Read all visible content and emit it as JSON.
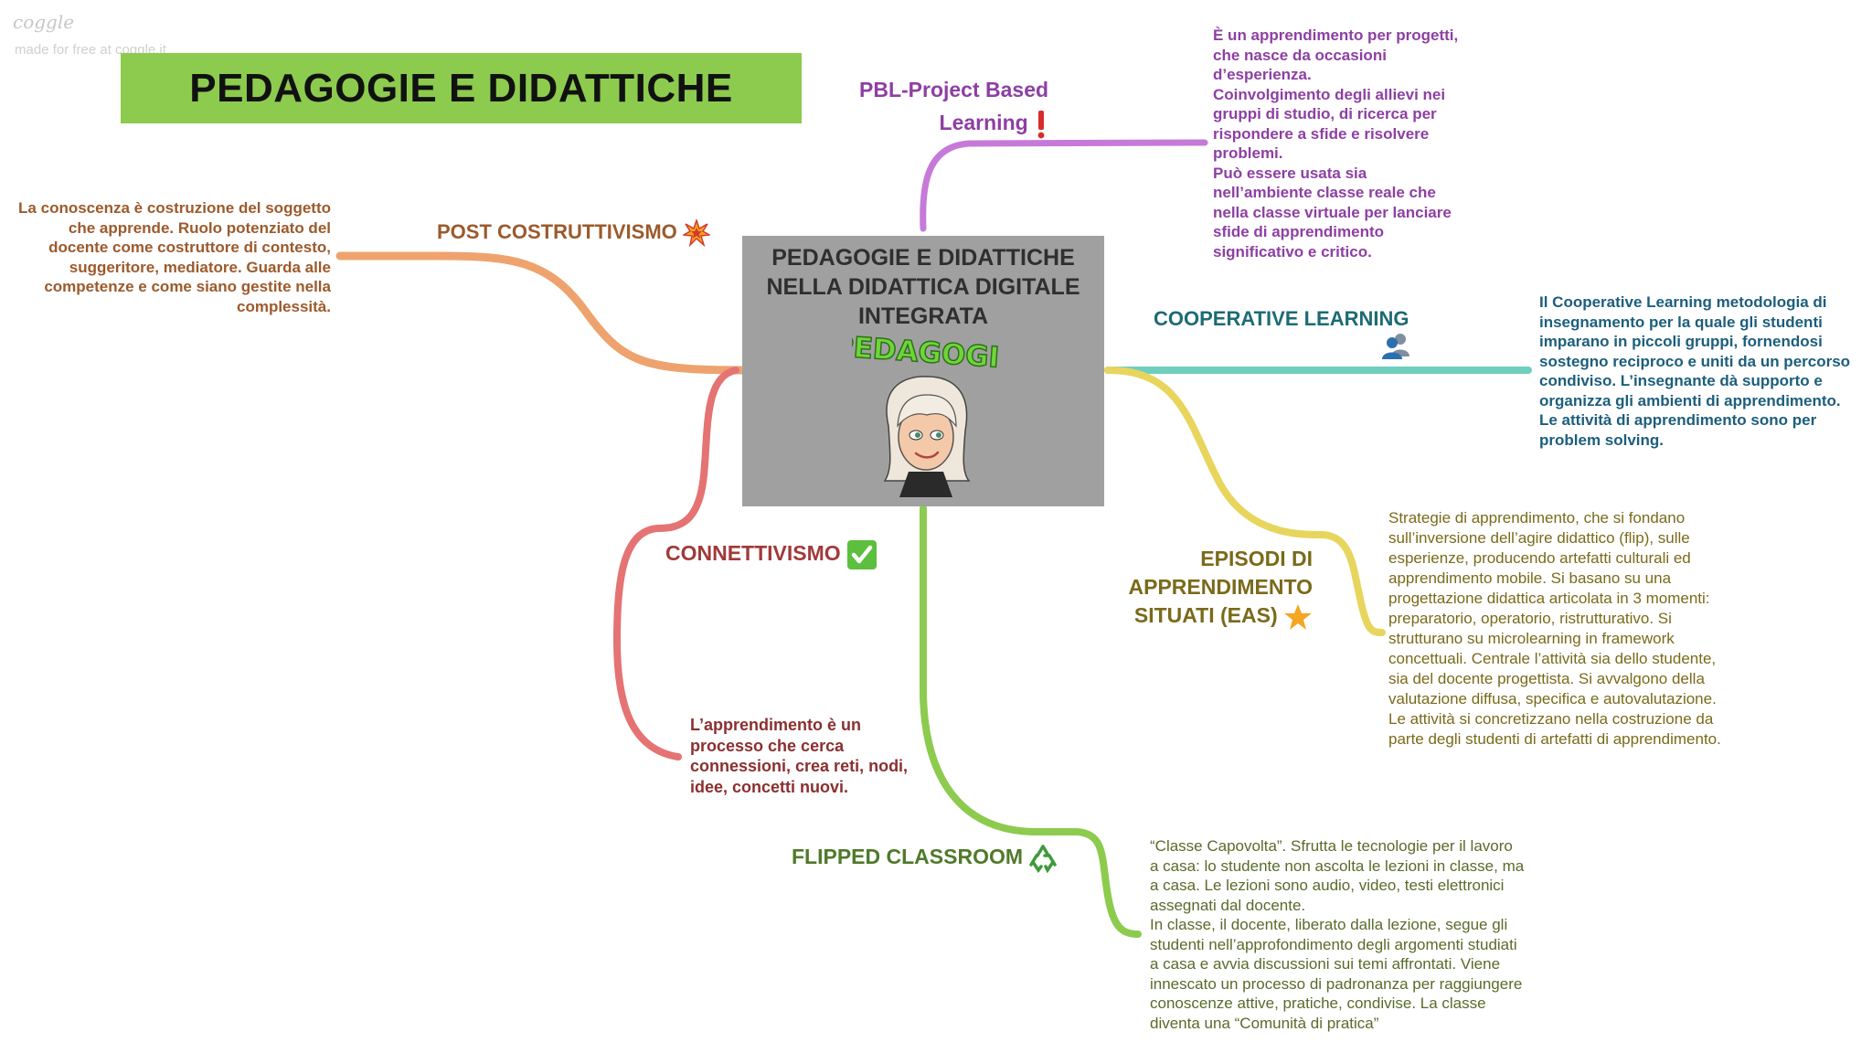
{
  "brand": {
    "name": "coggle",
    "tagline": "made for free at coggle.it"
  },
  "banner": {
    "title": "PEDAGOGIE E DIDATTICHE"
  },
  "central": {
    "title_lines": [
      "PEDAGOGIE E DIDATTICHE",
      "NELLA DIDATTICA DIGITALE",
      "INTEGRATA"
    ],
    "sticker_text": "PEDAGOGIE"
  },
  "colors": {
    "post_costruttivismo": "#eea36e",
    "connettivismo": "#e57373",
    "pbl": "#c67ad8",
    "cooperative": "#6fcfbf",
    "eas": "#e8d55d",
    "flipped": "#8ccb4e"
  },
  "branches": {
    "pbl": {
      "label_lines": [
        "PBL-Project Based",
        "Learning"
      ],
      "icon": "exclamation-icon",
      "description_lines": [
        "È un apprendimento per progetti,",
        "che nasce da occasioni",
        "d’esperienza.",
        "Coinvolgimento degli allievi nei",
        "gruppi di studio, di ricerca per",
        "rispondere a sfide e risolvere",
        "problemi.",
        "Può essere usata sia",
        "nell’ambiente classe reale che",
        "nella classe virtuale per lanciare",
        "sfide di apprendimento",
        "significativo e critico."
      ]
    },
    "post_costruttivismo": {
      "label": "POST COSTRUTTIVISMO",
      "icon": "explosion-icon",
      "description_lines": [
        "La conoscenza è costruzione del soggetto",
        "che apprende. Ruolo potenziato del",
        "docente come costruttore di contesto,",
        "suggeritore, mediatore. Guarda alle",
        "competenze e come siano gestite nella",
        "complessità."
      ]
    },
    "cooperative": {
      "label": "COOPERATIVE LEARNING",
      "icon": "people-icon",
      "description_lines": [
        "Il Cooperative Learning metodologia di",
        "insegnamento per la quale gli studenti",
        "imparano in piccoli gruppi, fornendosi",
        "sostegno reciproco e uniti da un percorso",
        "condiviso. L’insegnante dà supporto e",
        "organizza gli ambienti di apprendimento.",
        "Le attività di apprendimento sono per",
        "problem solving."
      ]
    },
    "connettivismo": {
      "label": "CONNETTIVISMO",
      "icon": "check-icon",
      "description_lines": [
        "L’apprendimento è un",
        "processo che cerca",
        "connessioni, crea reti, nodi,",
        "idee, concetti nuovi."
      ]
    },
    "eas": {
      "label_lines": [
        "EPISODI DI",
        "APPRENDIMENTO",
        "SITUATI (EAS)"
      ],
      "icon": "star-icon",
      "description_lines": [
        "Strategie di apprendimento, che si fondano",
        "sull’inversione dell’agire didattico (flip), sulle",
        "esperienze, producendo artefatti culturali ed",
        "apprendimento mobile. Si basano su una",
        "progettazione didattica articolata in 3 momenti:",
        "preparatorio, operatorio, ristrutturativo. Si",
        "strutturano su microlearning in framework",
        "concettuali. Centrale l’attività sia dello studente,",
        "sia del docente progettista. Si avvalgono della",
        "valutazione diffusa, specifica e autovalutazione.",
        "Le attività si concretizzano nella costruzione da",
        "parte degli studenti di artefatti di apprendimento."
      ]
    },
    "flipped": {
      "label": "FLIPPED CLASSROOM",
      "icon": "recycle-icon",
      "description_lines": [
        "“Classe Capovolta”. Sfrutta le tecnologie per il lavoro",
        "a casa: lo studente non ascolta le lezioni in classe, ma",
        "a casa. Le lezioni sono audio, video, testi elettronici",
        "assegnati dal docente.",
        "In classe, il docente, liberato dalla lezione, segue gli",
        "studenti nell’approfondimento degli argomenti studiati",
        "a casa e avvia discussioni sui temi affrontati. Viene",
        "innescato un processo di padronanza per raggiungere",
        "conoscenze attive, pratiche, condivise. La classe",
        "diventa una “Comunità di pratica”"
      ]
    }
  }
}
